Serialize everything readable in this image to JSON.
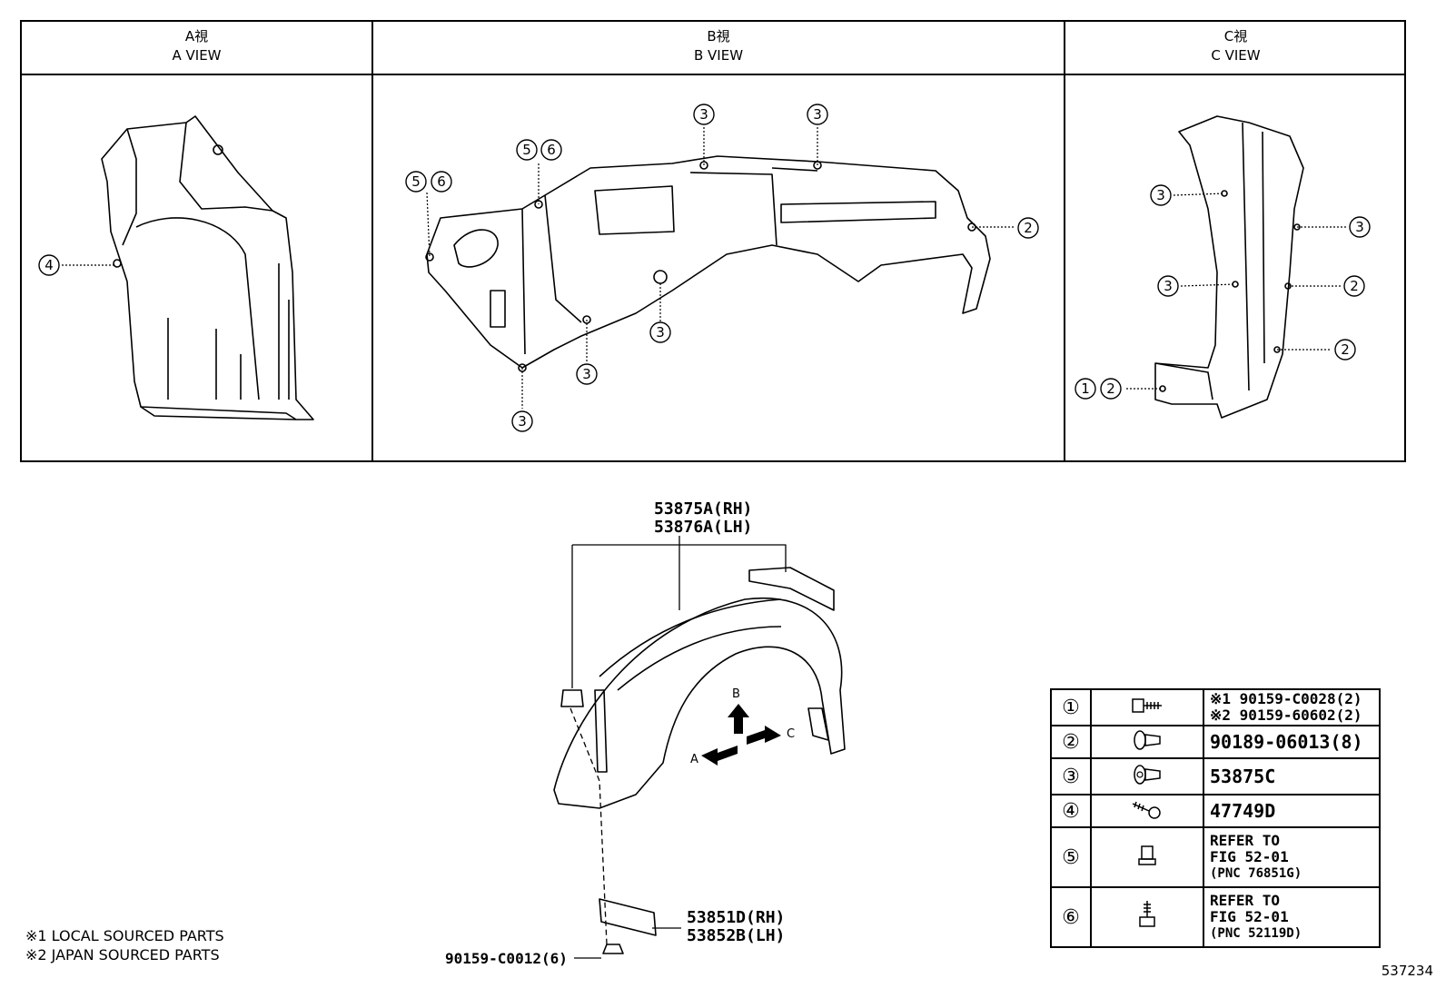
{
  "views": [
    {
      "jp": "A視",
      "en": "A VIEW"
    },
    {
      "jp": "B視",
      "en": "B VIEW"
    },
    {
      "jp": "C視",
      "en": "C VIEW"
    }
  ],
  "callouts": {
    "a": [
      "4"
    ],
    "b": [
      "5",
      "6",
      "5",
      "6",
      "3",
      "3",
      "2",
      "3",
      "3",
      "3"
    ],
    "c": [
      "3",
      "3",
      "3",
      "2",
      "2",
      "1",
      "2"
    ]
  },
  "main": {
    "liner_rh": "53875A(RH)",
    "liner_lh": "53876A(LH)",
    "bracket_rh": "53851D(RH)",
    "bracket_lh": "53852B(LH)",
    "screw": "90159-C0012(6)",
    "dir_b": "B",
    "dir_a": "A",
    "dir_c": "C"
  },
  "legend": [
    {
      "num": "①",
      "icon": "screw-icon",
      "lines": [
        "※1 90159-C0028(2)",
        "※2 90159-60602(2)"
      ]
    },
    {
      "num": "②",
      "icon": "clip-icon",
      "lines": [
        "90189-06013(8)"
      ]
    },
    {
      "num": "③",
      "icon": "clip-icon",
      "lines": [
        "53875C"
      ]
    },
    {
      "num": "④",
      "icon": "bolt-icon",
      "lines": [
        "47749D"
      ]
    },
    {
      "num": "⑤",
      "icon": "nut-icon",
      "lines": [
        "REFER TO",
        "FIG 52-01",
        "(PNC 76851G)"
      ]
    },
    {
      "num": "⑥",
      "icon": "bolt-icon",
      "lines": [
        "REFER TO",
        "FIG 52-01",
        "(PNC 52119D)"
      ]
    }
  ],
  "notes": [
    "※1 LOCAL SOURCED PARTS",
    "※2 JAPAN SOURCED PARTS"
  ],
  "figure_number": "537234"
}
